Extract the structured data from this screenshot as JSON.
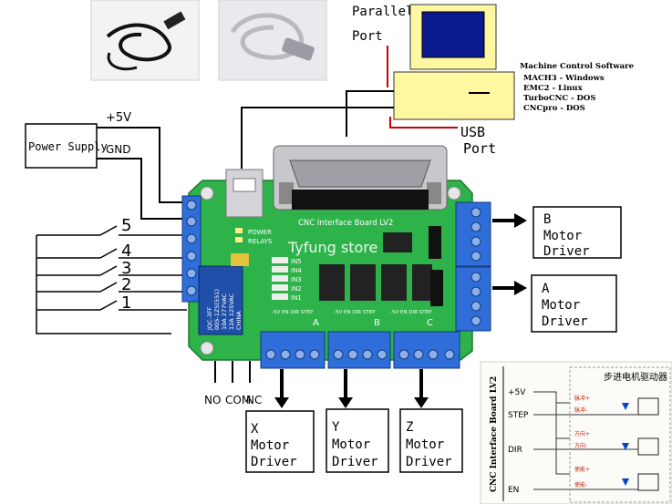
{
  "labels": {
    "parallel_port": [
      "Parallel",
      "Port"
    ],
    "usb_port": [
      "USB",
      "Port"
    ],
    "power_supply": "Power Supply",
    "plus5v": "+5V",
    "gnd": "GND",
    "board_name": "CNC Interface Board LV2",
    "watermark": "Tyfung store",
    "power_led": "POWER",
    "relays_led": "RELAYS",
    "inputs": [
      "IN5",
      "IN4",
      "IN3",
      "IN2",
      "IN1"
    ],
    "relay_text": [
      "JQC-3FF",
      "005-1ZS(551)",
      "10A 277VAC",
      "12A 125VAC",
      "CHINA"
    ],
    "axis_labels": [
      "A",
      "B",
      "C"
    ],
    "connector_pins": "-5V EN DIR STEP",
    "relay_contacts": [
      "NO",
      "COM",
      "NC"
    ],
    "switch_numbers": [
      "5",
      "4",
      "3",
      "2",
      "1"
    ]
  },
  "software": {
    "title": "Machine Control Software",
    "items": [
      "MACH3 - Windows",
      "EMC2 - Linux",
      "TurboCNC - DOS",
      "CNCpro - DOS"
    ]
  },
  "drivers": {
    "b": [
      "B",
      "Motor",
      "Driver"
    ],
    "a": [
      "A",
      "Motor",
      "Driver"
    ],
    "x": [
      "X",
      "Motor",
      "Driver"
    ],
    "y": [
      "Y",
      "Motor",
      "Driver"
    ],
    "z": [
      "Z",
      "Motor",
      "Driver"
    ]
  },
  "schematic": {
    "title": "步进电机驱动器",
    "board_label": "CNC Interface Board LV2",
    "pins": [
      "+5V",
      "STEP",
      "DIR",
      "EN"
    ],
    "signals": [
      "脉冲+",
      "脉冲-",
      "方向+",
      "方向-",
      "使能+",
      "使能-"
    ]
  },
  "colors": {
    "board": "#2db34a",
    "terminal": "#2f6ed8",
    "monitor_frame": "#fff8a0",
    "monitor_screen": "#0a1a8c",
    "wire_red": "#cc0000",
    "wire_black": "#000000"
  }
}
